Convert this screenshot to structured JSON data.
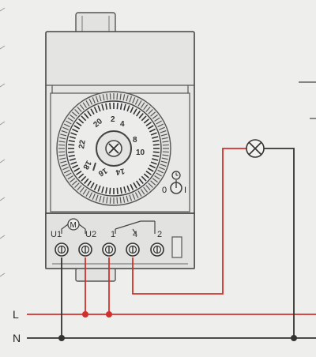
{
  "bus": {
    "line_label": "L",
    "neutral_label": "N"
  },
  "motor": {
    "symbol": "M"
  },
  "terminals": [
    "U1",
    "U2",
    "1",
    "4",
    "2"
  ],
  "dial": {
    "numbers": [
      "22",
      "2",
      "4",
      "10",
      "8",
      "14",
      "16",
      "18",
      "20"
    ]
  },
  "switch": {
    "off_label": "0",
    "on_label": "I"
  },
  "icons": {
    "lamp": "lamp-icon",
    "motor": "motor-icon",
    "clock": "clock-icon"
  },
  "colors": {
    "line_wire": "#d2302c",
    "neutral_wire": "#333333",
    "casing": "#e4e4e2",
    "background": "#eeeeec"
  }
}
